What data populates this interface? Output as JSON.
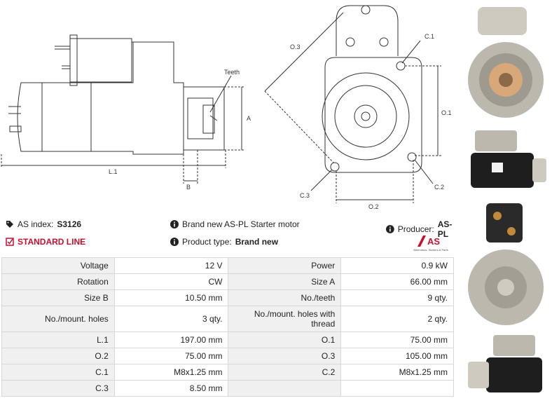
{
  "drawing_labels": {
    "teeth": "Teeth",
    "a": "A",
    "b": "B",
    "l1": "L.1",
    "o1": "O.1",
    "o2": "O.2",
    "o3": "O.3",
    "c1": "C.1",
    "c2": "C.2",
    "c3": "C.3"
  },
  "info": {
    "as_index_label": "AS index:",
    "as_index_value": "S3126",
    "standard_line": "STANDARD LINE",
    "description": "Brand new AS-PL Starter motor",
    "product_type_label": "Product type:",
    "product_type_value": "Brand new",
    "producer_label": "Producer:",
    "producer_value": "AS-PL",
    "logo_text": "AS",
    "logo_tagline": "Alternators, Starters & Parts"
  },
  "specs": [
    {
      "k1": "Voltage",
      "v1": "12 V",
      "k2": "Power",
      "v2": "0.9 kW"
    },
    {
      "k1": "Rotation",
      "v1": "CW",
      "k2": "Size A",
      "v2": "66.00 mm"
    },
    {
      "k1": "Size B",
      "v1": "10.50 mm",
      "k2": "No./teeth",
      "v2": "9 qty."
    },
    {
      "k1": "No./mount. holes",
      "v1": "3 qty.",
      "k2": "No./mount. holes with thread",
      "v2": "2 qty."
    },
    {
      "k1": "L.1",
      "v1": "197.00 mm",
      "k2": "O.1",
      "v2": "75.00 mm"
    },
    {
      "k1": "O.2",
      "v1": "75.00 mm",
      "k2": "O.3",
      "v2": "105.00 mm"
    },
    {
      "k1": "C.1",
      "v1": "M8x1.25 mm",
      "k2": "C.2",
      "v2": "M8x1.25 mm"
    },
    {
      "k1": "C.3",
      "v1": "8.50 mm",
      "k2": "",
      "v2": ""
    }
  ],
  "colors": {
    "accent_red": "#c8102e",
    "line": "#333333",
    "cell_key": "#f0f0f0"
  }
}
